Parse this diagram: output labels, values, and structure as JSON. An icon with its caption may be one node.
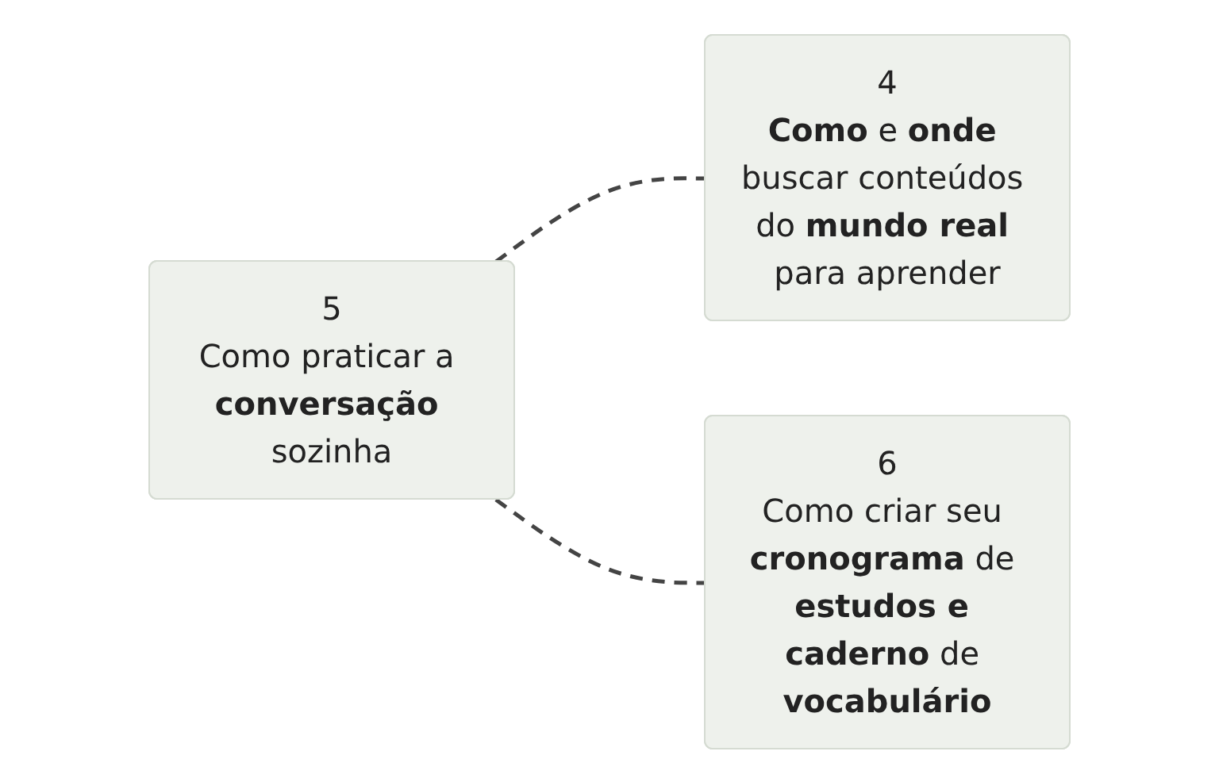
{
  "diagram": {
    "nodes": [
      {
        "text": [
          "4",
          "**Como** e **onde** buscar conteúdos do **mundo real** para aprender"
        ]
      },
      {
        "text": [
          "5",
          "Como praticar a **conversação** sozinha"
        ]
      },
      {
        "text": [
          "6",
          "Como criar seu **cronograma** de **estudos e caderno** de **vocabulário**"
        ]
      }
    ],
    "edges": [
      {
        "from": 1,
        "to": 0,
        "arrow": "none",
        "style": "dashed"
      },
      {
        "from": 1,
        "to": 2,
        "arrow": "none",
        "style": "dashed"
      }
    ]
  }
}
